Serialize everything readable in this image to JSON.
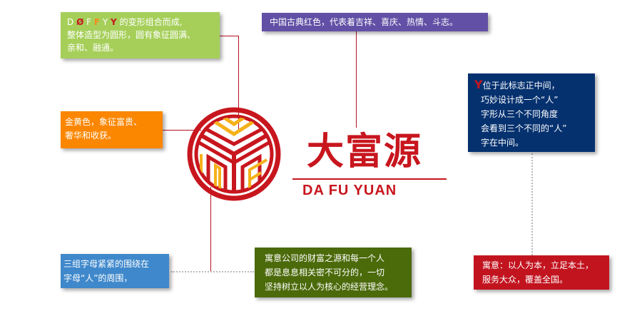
{
  "colors": {
    "green_box": "#a6cf5a",
    "purple_box": "#6150a5",
    "orange_box": "#fb8600",
    "navy_box": "#05316f",
    "blue_box": "#3f88cb",
    "olive_box": "#4b6a0a",
    "red_box": "#c2141f",
    "logo_red": "#c8161e",
    "logo_gold": "#f5b11b",
    "connector_line": "#b3121e",
    "dotted_line": "#b9b9b9"
  },
  "logo": {
    "brand_cn": "大富源",
    "brand_en": "DA FU YUAN"
  },
  "callouts": {
    "letters_box": {
      "letters": [
        "D",
        "Ø",
        "F",
        "F",
        "Y",
        "Y"
      ],
      "letter_colors": [
        "#ffffff",
        "#c8161e",
        "#ffffff",
        "#f58a1f",
        "#ffffff",
        "#c8161e"
      ],
      "line1_suffix": "的变形组合而成,",
      "line2": "整体造型为圆形，圆有象征圆满、",
      "line3": "亲和、融通。"
    },
    "red_meaning": {
      "text": "中国古典红色，代表着吉祥、喜庆、热情、斗志。"
    },
    "gold_meaning": {
      "line1": "金黄色，象征富贵、",
      "line2": "奢华和收获。"
    },
    "person_meaning": {
      "icon": "Y",
      "line1": "位于此标志正中间，",
      "line2": "巧妙设计成一个“人”",
      "line3": "字形从三个不同角度",
      "line4": "会看到三个不同的“人”",
      "line5": "字在中间。"
    },
    "surround_meaning": {
      "line1": "三组字母紧紧的围绕在",
      "line2": "字母“人”的周围，"
    },
    "wealth_meaning": {
      "line1": "寓意公司的财富之源和每一个人",
      "line2": "都是息息相关密不可分的，一切",
      "line3": "坚持树立以人为核心的经营理念。"
    },
    "people_first": {
      "line1": "寓意：以人为本，立足本土，",
      "line2": "服务大众，覆盖全国。"
    }
  }
}
